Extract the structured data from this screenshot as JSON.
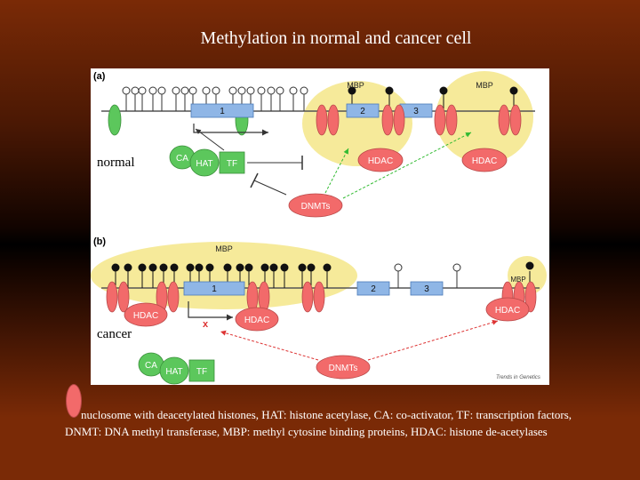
{
  "title": "Methylation in normal and cancer cell",
  "panels": {
    "a": {
      "panel_label": "(a)",
      "side_label": "normal",
      "mbp_left": "MBP",
      "mbp_right": "MBP",
      "gene_1": "1",
      "gene_2": "2",
      "gene_3": "3",
      "ca": "CA",
      "hat": "HAT",
      "tf": "TF",
      "hdac_left": "HDAC",
      "hdac_right": "HDAC",
      "dnmts": "DNMTs"
    },
    "b": {
      "panel_label": "(b)",
      "side_label": "cancer",
      "mbp_top": "MBP",
      "mbp_right": "MBP",
      "gene_1": "1",
      "gene_2": "2",
      "gene_3": "3",
      "hdac_1": "HDAC",
      "hdac_2": "HDAC",
      "hdac_3": "HDAC",
      "block_mark": "x",
      "ca": "CA",
      "hat": "HAT",
      "tf": "TF",
      "dnmts": "DNMTs"
    }
  },
  "credit": "Trends in Genetics",
  "legend": {
    "text": "nuclosome with deacetylated histones, HAT: histone acetylase, CA: co-activator, TF: transcription factors, DNMT: DNA methyl transferase, MBP: methyl cytosine binding proteins, HDAC: histone de-acetylases"
  },
  "colors": {
    "nucleosome_green": "#5cc75c",
    "nucleosome_red": "#f26a6a",
    "gene_blue": "#8fb6e6",
    "mbp_yellow": "#f6ea9a",
    "arrow_green": "#33bb33",
    "arrow_red": "#dd3333"
  }
}
